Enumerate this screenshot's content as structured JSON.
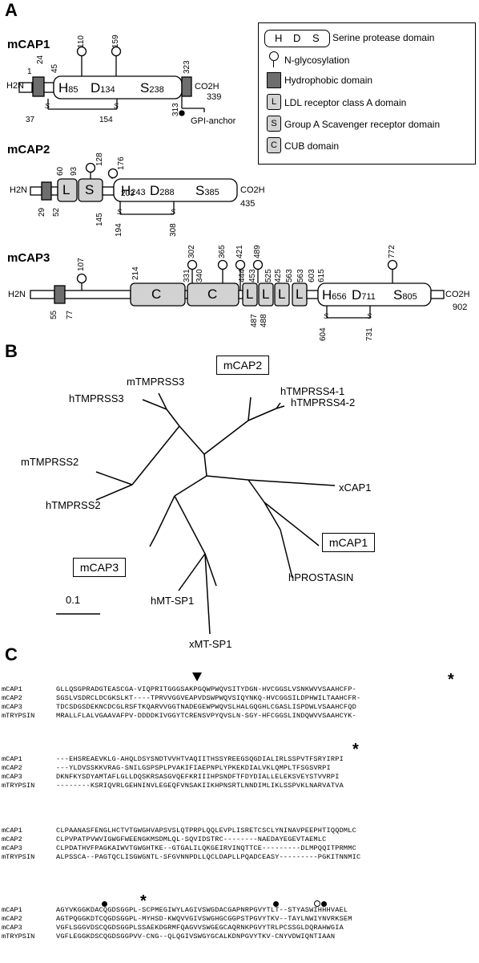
{
  "panels": {
    "a": "A",
    "b": "B",
    "c": "C"
  },
  "legend": {
    "protease_letters": [
      "H",
      "D",
      "S"
    ],
    "protease": "Serine protease domain",
    "nglyc": "N-glycosylation",
    "hydrophobic": "Hydrophobic domain",
    "ldl_letter": "L",
    "ldl": "LDL receptor class A domain",
    "scav_letter": "S",
    "scav": "Group A Scavenger receptor domain",
    "cub_letter": "C",
    "cub": "CUB domain"
  },
  "mcap1": {
    "name": "mCAP1",
    "nterm": "H2N",
    "cterm": "CO2H",
    "num_1": "1",
    "num_24": "24",
    "num_45": "45",
    "num_110": "110",
    "num_159": "159",
    "num_323": "323",
    "num_339": "339",
    "num_313": "313",
    "num_37": "37",
    "num_154": "154",
    "H": "H",
    "H_pos": "85",
    "D": "D",
    "D_pos": "134",
    "S": "S",
    "S_pos": "238",
    "s1": "S",
    "s2": "S",
    "gpi": "GPI-anchor"
  },
  "mcap2": {
    "name": "mCAP2",
    "nterm": "H2N",
    "cterm": "CO2H",
    "L": "L",
    "Sdom": "S",
    "num_60": "60",
    "num_93": "93",
    "num_128": "128",
    "num_176": "176",
    "num_203": "203",
    "num_29": "29",
    "num_52": "52",
    "num_145": "145",
    "num_194": "194",
    "num_308": "308",
    "num_435": "435",
    "H": "H",
    "H_pos": "243",
    "D": "D",
    "D_pos": "288",
    "S": "S",
    "S_pos": "385",
    "s1": "S",
    "s2": "S"
  },
  "mcap3": {
    "name": "mCAP3",
    "nterm": "H2N",
    "cterm": "CO2H",
    "C1": "C",
    "C2": "C",
    "L1": "L",
    "L2": "L",
    "L3": "L",
    "L4": "L",
    "num_107": "107",
    "num_214": "214",
    "num_302": "302",
    "num_331": "331",
    "num_340": "340",
    "num_365": "365",
    "num_421": "421",
    "num_444": "444",
    "num_453": "453",
    "num_489": "489",
    "num_525": "525",
    "num_425": "425",
    "num_563a": "563",
    "num_563b": "563",
    "num_603": "603",
    "num_615": "615",
    "num_772": "772",
    "num_55": "55",
    "num_77": "77",
    "num_487": "487",
    "num_488": "488",
    "num_604": "604",
    "num_731": "731",
    "num_902": "902",
    "H": "H",
    "H_pos": "656",
    "D": "D",
    "D_pos": "711",
    "S": "S",
    "S_pos": "805",
    "s1": "S",
    "s2": "S"
  },
  "tree": {
    "mCAP2": "mCAP2",
    "mTMPRSS3": "mTMPRSS3",
    "hTMPRSS3": "hTMPRSS3",
    "hTMPRSS4_1": "hTMPRSS4-1",
    "hTMPRSS4_2": "hTMPRSS4-2",
    "mTMPRSS2": "mTMPRSS2",
    "hTMPRSS2": "hTMPRSS2",
    "xCAP1": "xCAP1",
    "mCAP1": "mCAP1",
    "hPROSTASIN": "hPROSTASIN",
    "mCAP3": "mCAP3",
    "hMT_SP1": "hMT-SP1",
    "xMT_SP1": "xMT-SP1",
    "scale": "0.1"
  },
  "alignment": {
    "names": [
      "mCAP1",
      "mCAP2",
      "mCAP3",
      "mTRYPSIN"
    ],
    "blocks": [
      [
        "GLLQSGPRADGTEASCGA-VIQPRITGGGSAKPGQWPWQVSITYDGN-HVCGGSLVSNKWVVSAAHCFP-",
        "SGSLVSDRCLDCGKSLKT----TPRVVGGVEAPVDSWPWQVSIQYNKQ-HVCGGSILDPHWILTAAHCFR-",
        "TDCSDGSDEKNCDCGLRSFTKQARVVGGTNADEGEWPWQVSLHALGQGHLCGASLISPDWLVSAAHCFQD",
        "MRALLFLALVGAAVAFPV-DDDDKIVGGYTCRENSVPYQVSLN-SGY-HFCGGSLINDQWVVSAAHCYK-"
      ],
      [
        "---EHSREAEVKLG-AHQLDSYSNDTVVHTVAQIITHSSYREEGSQGDIALIRLSSPVTFSRYIRPI",
        "---YLDVSSKKVRAG-SNILGSPSPLPVAKIFIAEPNPLYPKEKDIALVKLQMPLTFSGSVRPI",
        "DKNFKYSDYAMTAFLGLLDQSKRSASGVQEFKRIIIHPSNDFTFDYDIALLELEKSVEYSTVVRPI",
        "--------KSRIQVRLGEHNINVLEGEQFVNSAKIIKHPNSRTLNNDIMLIKLSSPVKLNARVATVA"
      ],
      [
        "CLPAANASFENGLHCTVTGWGHVAPSVSLQTPRPLQQLEVPLISRETCSCLYNINAVPEEPHTIQQDMLC",
        "CLPVPATPVWVIGWGFWEENGKMSDMLQL-SQVIDSTRC--------NAEDAYEGEVTAEMLC",
        "CLPDATHVFPAGKAIWVTGWGHTKE--GTGALILQKGEIRVINQTTCE---------DLMPQQITPRMMC",
        "ALPSSCA--PAGTQCLISGWGNTL-SFGVNNPDLLQCLDAPLLPQADCEASY---------PGKITNNMIC"
      ],
      [
        "AGYVKGGKDACQGDSGGPL-SCPMEGIWYLAGIVSWGDACGAPNRPGVYTLT--STYASWIHHHVAEL",
        "AGTPQGGKDTCQGDSGGPL-MYHSD-KWQVVGIVSWGHGCGGPSTPGVYTKV--TAYLNWIYNVRKSEM",
        "VGFLSGGVDSCQGDSGGPLSSAEKDGRMFQAGVVSWGEGCAQRNKPGVYTRLPCSSGLDQRAHWGIA",
        "VGFLEGGKDSCQGDSGGPVV-CNG--QLQGIVSWGYGCALKDNPGVYTKV-CNYVDWIQNTIAAN"
      ]
    ]
  }
}
